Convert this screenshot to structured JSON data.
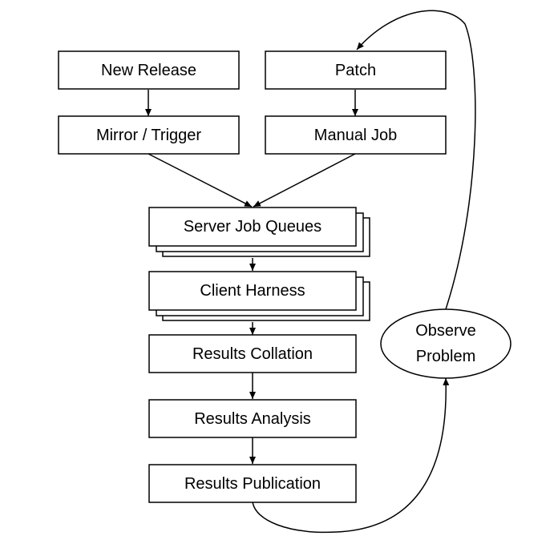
{
  "nodes": {
    "new_release": "New Release",
    "patch": "Patch",
    "mirror_trigger": "Mirror / Trigger",
    "manual_job": "Manual Job",
    "server_job_queues": "Server Job Queues",
    "client_harness": "Client Harness",
    "results_collation": "Results Collation",
    "results_analysis": "Results Analysis",
    "results_publication": "Results Publication",
    "observe_problem_line1": "Observe",
    "observe_problem_line2": "Problem"
  },
  "edges": [
    {
      "from": "New Release",
      "to": "Mirror / Trigger"
    },
    {
      "from": "Patch",
      "to": "Manual Job"
    },
    {
      "from": "Mirror / Trigger",
      "to": "Server Job Queues"
    },
    {
      "from": "Manual Job",
      "to": "Server Job Queues"
    },
    {
      "from": "Server Job Queues",
      "to": "Client Harness"
    },
    {
      "from": "Client Harness",
      "to": "Results Collation"
    },
    {
      "from": "Results Collation",
      "to": "Results Analysis"
    },
    {
      "from": "Results Analysis",
      "to": "Results Publication"
    },
    {
      "from": "Results Publication",
      "to": "Observe Problem"
    },
    {
      "from": "Observe Problem",
      "to": "Patch"
    }
  ],
  "colors": {
    "stroke": "#000000",
    "fill": "#ffffff",
    "text": "#000000"
  }
}
